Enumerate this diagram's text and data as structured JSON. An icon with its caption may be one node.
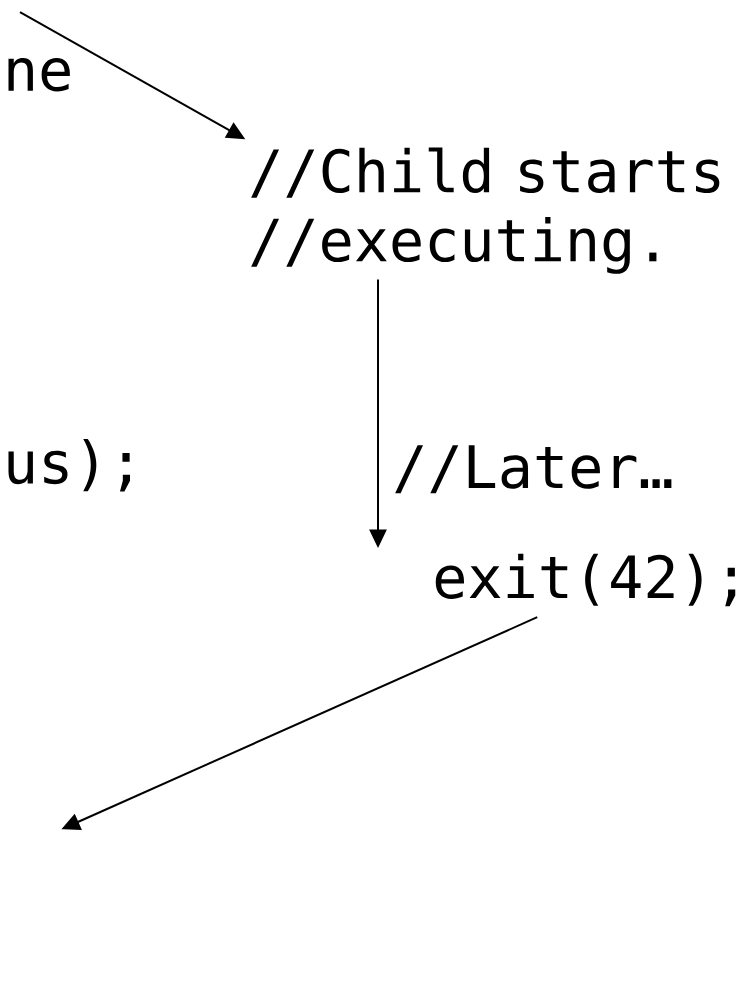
{
  "diagram": {
    "nodes": [
      {
        "text": [
          "//Child starts //executing."
        ]
      },
      {
        "text": [
          "exit(42);"
        ]
      }
    ],
    "edges": [
      {
        "from": null,
        "to": 0,
        "arrow": "to"
      },
      {
        "from": 0,
        "to": 1,
        "arrow": "to",
        "label": "//Later…"
      },
      {
        "from": 1,
        "to": null,
        "arrow": "to"
      }
    ],
    "labels": [
      "ne",
      "us);"
    ]
  }
}
